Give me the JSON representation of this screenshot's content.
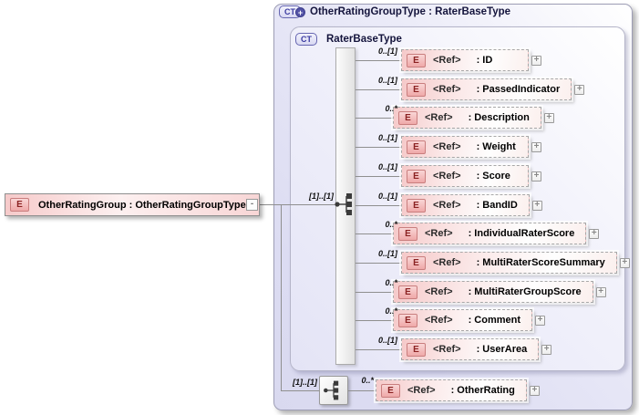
{
  "header": {
    "badge": "CT",
    "plus": "+",
    "title": "OtherRatingGroupType : RaterBaseType"
  },
  "inner_header": {
    "badge": "CT",
    "title": "RaterBaseType"
  },
  "root_element": {
    "badge": "E",
    "label": "OtherRatingGroup : OtherRatingGroupType",
    "collapse_glyph": "-",
    "cardinality": "[1]..[1]"
  },
  "bottom_group": {
    "cardinality": "[1]..[1]"
  },
  "rows": [
    {
      "badge": "E",
      "ref": "<Ref>",
      "name": ": ID",
      "cardinality": "0..[1]",
      "multi": false
    },
    {
      "badge": "E",
      "ref": "<Ref>",
      "name": ": PassedIndicator",
      "cardinality": "0..[1]",
      "multi": false
    },
    {
      "badge": "E",
      "ref": "<Ref>",
      "name": ": Description",
      "cardinality": "0..*",
      "multi": true
    },
    {
      "badge": "E",
      "ref": "<Ref>",
      "name": ": Weight",
      "cardinality": "0..[1]",
      "multi": false
    },
    {
      "badge": "E",
      "ref": "<Ref>",
      "name": ": Score",
      "cardinality": "0..[1]",
      "multi": false
    },
    {
      "badge": "E",
      "ref": "<Ref>",
      "name": ": BandID",
      "cardinality": "0..[1]",
      "multi": false
    },
    {
      "badge": "E",
      "ref": "<Ref>",
      "name": ": IndividualRaterScore",
      "cardinality": "0..*",
      "multi": true
    },
    {
      "badge": "E",
      "ref": "<Ref>",
      "name": ": MultiRaterScoreSummary",
      "cardinality": "0..[1]",
      "multi": false
    },
    {
      "badge": "E",
      "ref": "<Ref>",
      "name": ": MultiRaterGroupScore",
      "cardinality": "0..*",
      "multi": true
    },
    {
      "badge": "E",
      "ref": "<Ref>",
      "name": ": Comment",
      "cardinality": "0..*",
      "multi": true
    },
    {
      "badge": "E",
      "ref": "<Ref>",
      "name": ": UserArea",
      "cardinality": "0..[1]",
      "multi": false
    }
  ],
  "bottom_row": {
    "badge": "E",
    "ref": "<Ref>",
    "name": ": OtherRating",
    "cardinality": "0..*"
  },
  "icons": {
    "expand_plus": "+"
  },
  "colors": {
    "panel_lavender": "#dcdcf2",
    "element_pink": "#f5c9c9",
    "badge_border_red": "#c97e7e",
    "badge_text_red": "#8b2222",
    "ct_badge_blue": "#3a3aa0",
    "line_gray": "#8f8f8f",
    "title_navy": "#14143c"
  }
}
